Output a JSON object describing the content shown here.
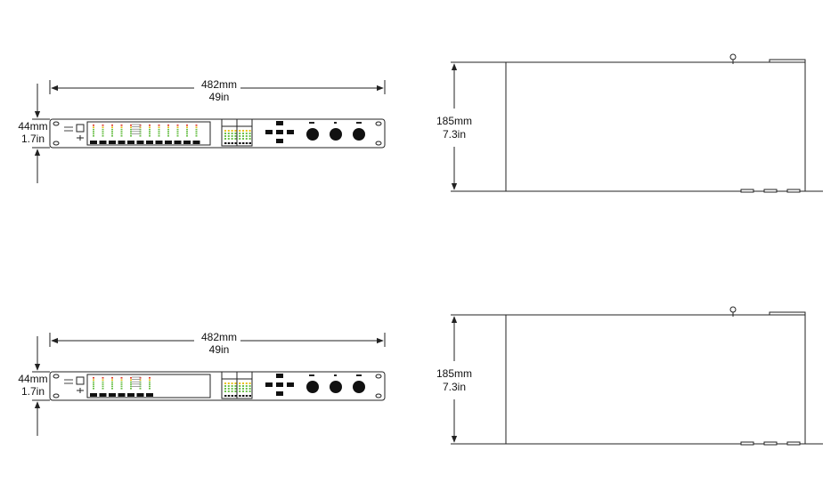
{
  "drawings": [
    {
      "front": {
        "width_mm": "482mm",
        "width_in": "49in",
        "height_mm": "44mm",
        "height_in": "1.7in"
      },
      "side": {
        "depth_mm": "185mm",
        "depth_in": "7.3in"
      },
      "channels": 12
    },
    {
      "front": {
        "width_mm": "482mm",
        "width_in": "49in",
        "height_mm": "44mm",
        "height_in": "1.7in"
      },
      "side": {
        "depth_mm": "185mm",
        "depth_in": "7.3in"
      },
      "channels": 7
    }
  ],
  "colors": {
    "line": "#222222",
    "meter_green": "#6cc04a",
    "meter_yellow": "#e8c21a",
    "meter_red": "#e0392b"
  },
  "icons": {
    "usb": "usb-icon",
    "knob": "knob-icon",
    "nav": "nav-buttons-icon"
  }
}
